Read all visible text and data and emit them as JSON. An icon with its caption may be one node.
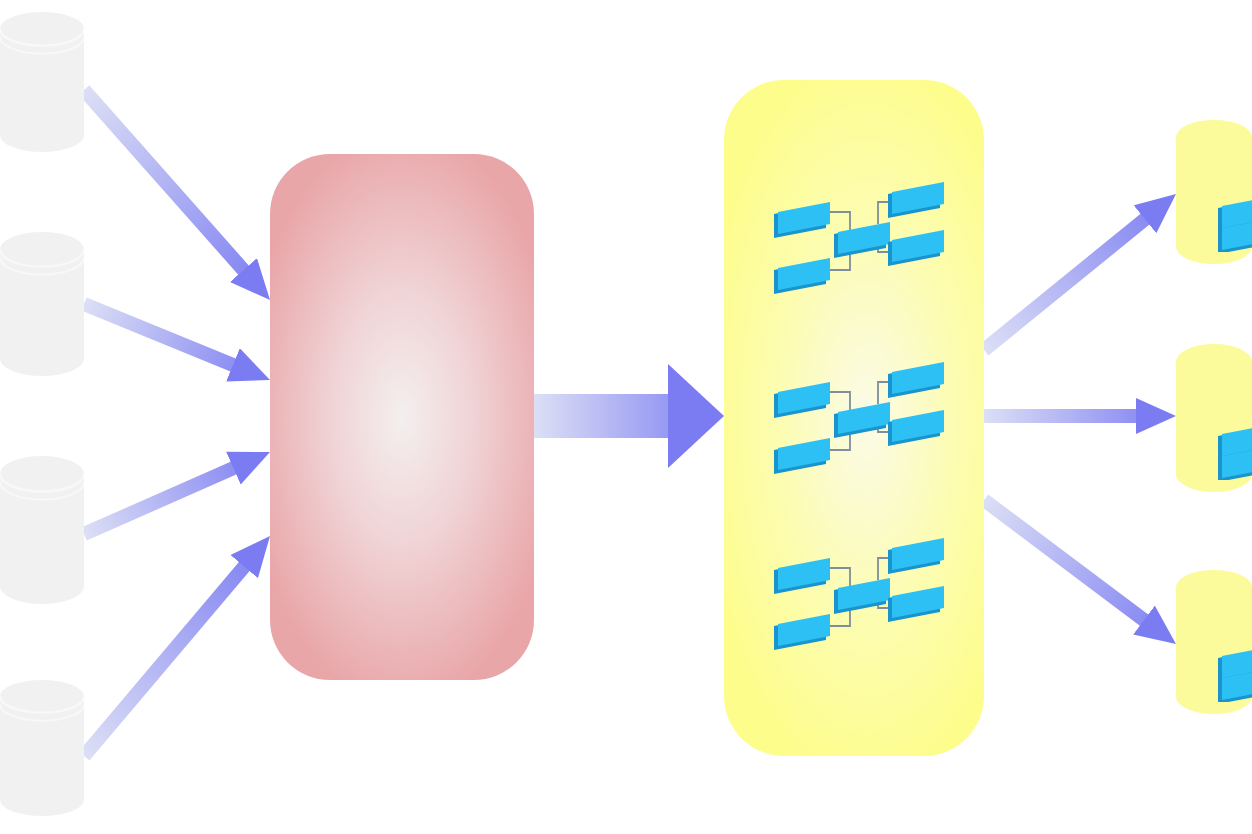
{
  "diagram": {
    "nodes": [
      {
        "text": [],
        "shape": "cylinder"
      },
      {
        "text": [],
        "shape": "cylinder"
      },
      {
        "text": [],
        "shape": "cylinder"
      },
      {
        "text": [],
        "shape": "cylinder"
      },
      {
        "text": [],
        "shape": "box"
      },
      {
        "text": [],
        "shape": "box"
      },
      {
        "text": [],
        "shape": "cylinder"
      },
      {
        "text": [],
        "shape": "cylinder"
      },
      {
        "text": [],
        "shape": "cylinder"
      }
    ],
    "edges": [
      {
        "from": 0,
        "to": 4,
        "arrow": "to"
      },
      {
        "from": 1,
        "to": 4,
        "arrow": "to"
      },
      {
        "from": 2,
        "to": 4,
        "arrow": "to"
      },
      {
        "from": 3,
        "to": 4,
        "arrow": "to"
      },
      {
        "from": 4,
        "to": 5,
        "arrow": "to",
        "style": "thick"
      },
      {
        "from": 5,
        "to": 6,
        "arrow": "to"
      },
      {
        "from": 5,
        "to": 7,
        "arrow": "to"
      },
      {
        "from": 5,
        "to": 8,
        "arrow": "to"
      }
    ]
  }
}
